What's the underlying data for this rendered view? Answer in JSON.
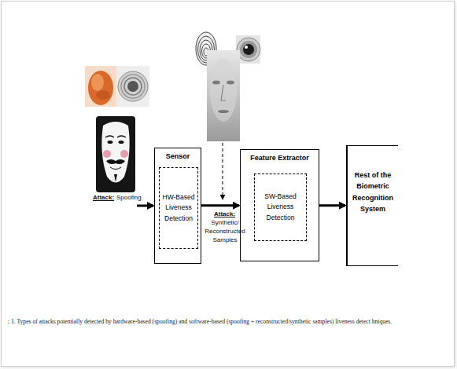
{
  "diagram": {
    "caption": "; 1. Types of attacks potentially detected by hardware-based (spoofing) and software-based (spoofing + reconstructed/synthetic samples) liveness detect hniques.",
    "nodes": [
      {
        "text": [
          "Sensor"
        ]
      },
      {
        "text": [
          "HW-Based Liveness Detection"
        ],
        "in": 0
      },
      {
        "text": [
          "Feature Extractor"
        ]
      },
      {
        "text": [
          "SW-Based Liveness Detection"
        ],
        "in": 2
      },
      {
        "text": [
          "Rest of the Biometric Recognition System"
        ]
      }
    ],
    "edges": [
      {
        "from": 0,
        "to": 2,
        "arrow": "to"
      },
      {
        "from": 2,
        "to": 4,
        "arrow": "to"
      }
    ],
    "labels": [
      "Attack:",
      "Spoofing",
      "Attack:",
      "Synthetic/ Reconstructed Samples"
    ]
  }
}
